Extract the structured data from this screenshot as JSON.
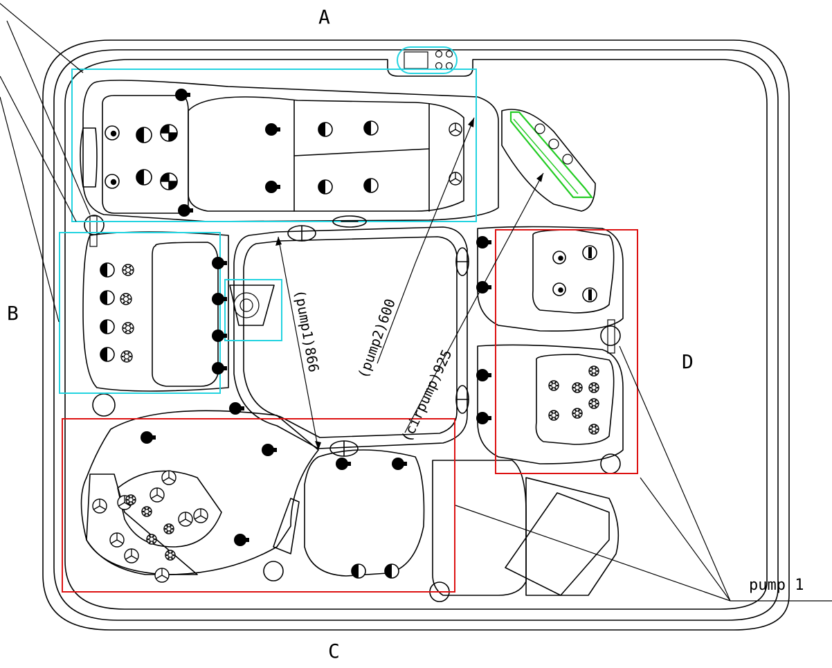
{
  "labels": {
    "side_a": "A",
    "side_b": "B",
    "side_c": "C",
    "side_d": "D",
    "pump1_callout": "pump 1"
  },
  "dimensions": {
    "pump1": "(pump1)866",
    "pump2": "(pump2)600",
    "cirpump": "(cirpump)925"
  },
  "colors": {
    "zone_pump2": "#22d3e0",
    "zone_pump1": "#dd1111",
    "filter": "#22cc22",
    "outline": "#000000"
  },
  "icons": {
    "jet": "half-circle-jet",
    "cluster_jet": "cluster-jet",
    "rotary_jet": "rotary-jet",
    "valve": "diverter-valve",
    "control_panel": "control-panel"
  }
}
